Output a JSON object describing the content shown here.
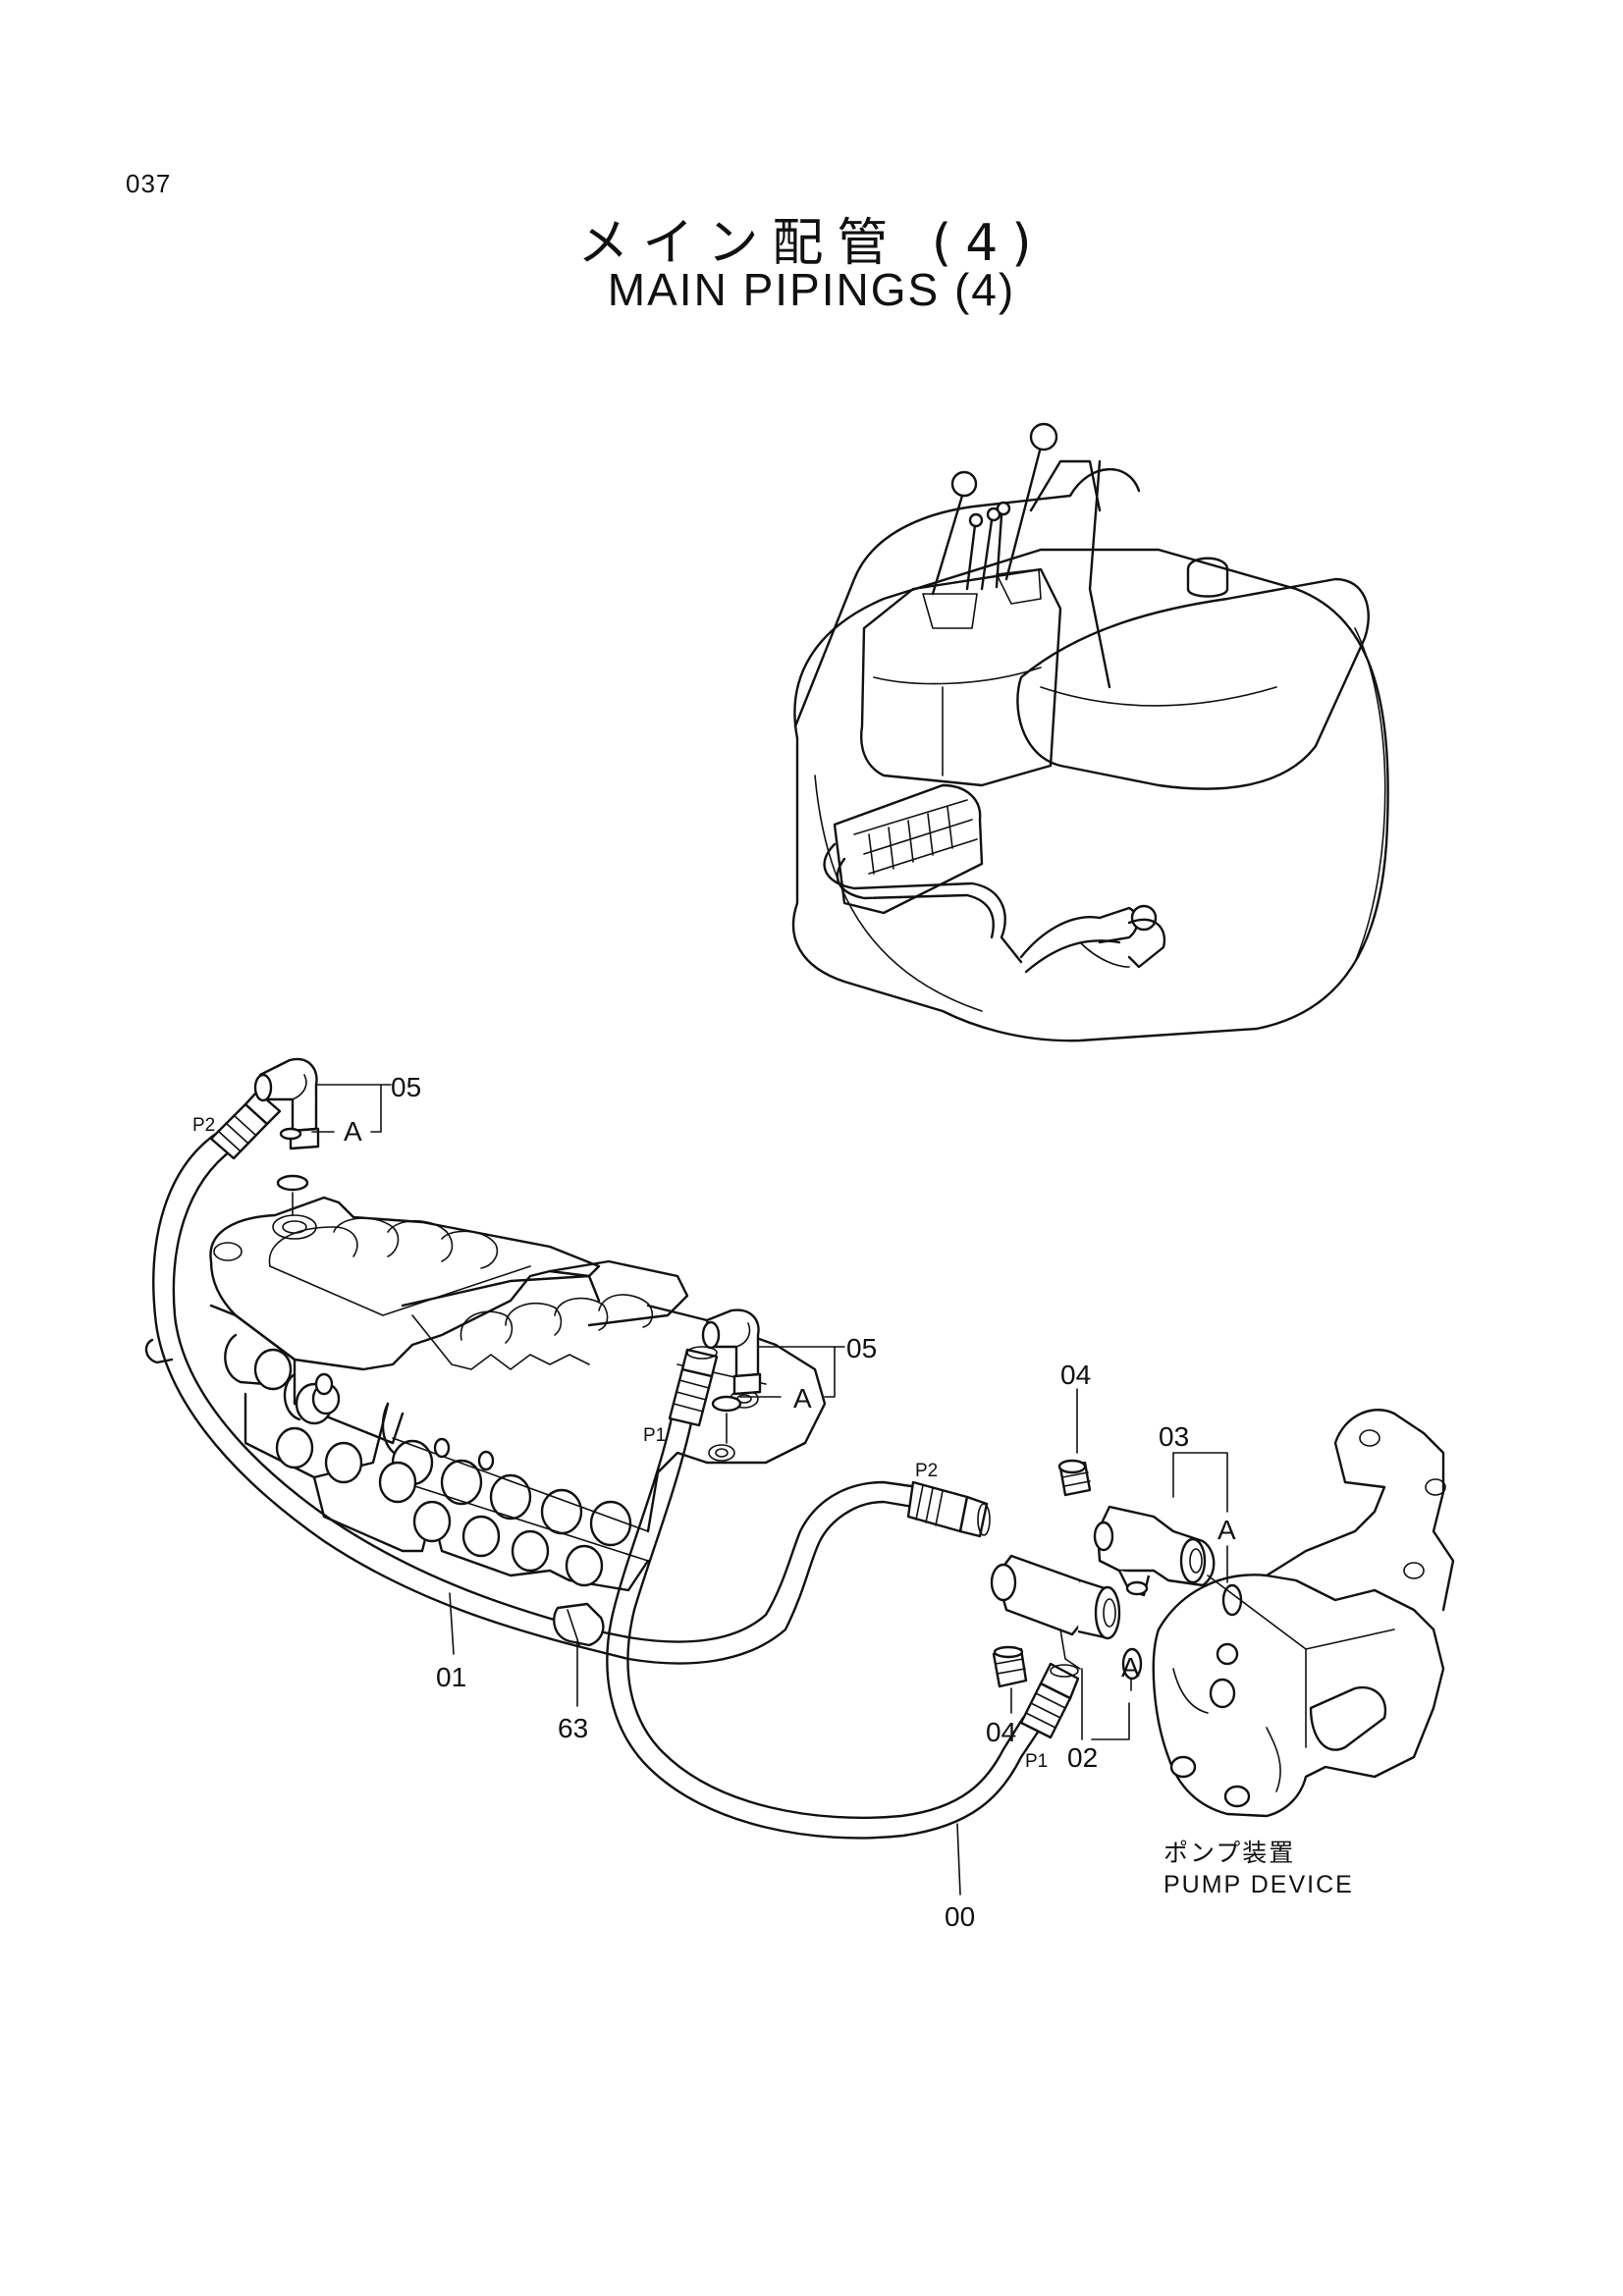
{
  "page": {
    "number": "037",
    "title_jp": "メイン配管 (4)",
    "title_en": "MAIN PIPINGS (4)"
  },
  "callouts": {
    "c00": "00",
    "c01": "01",
    "c02": "02",
    "c03": "03",
    "c04_top": "04",
    "c04_bottom": "04",
    "c05_top": "05",
    "c05_mid": "05",
    "c63": "63",
    "a_top": "A",
    "a_mid": "A",
    "a_right": "A",
    "a_bottom": "A"
  },
  "port_labels": {
    "p2_left": "P2",
    "p1_mid": "P1",
    "p2_right": "P2",
    "p1_right": "P1"
  },
  "pump_device": {
    "label_jp": "ポンプ装置",
    "label_en": "PUMP  DEVICE"
  }
}
